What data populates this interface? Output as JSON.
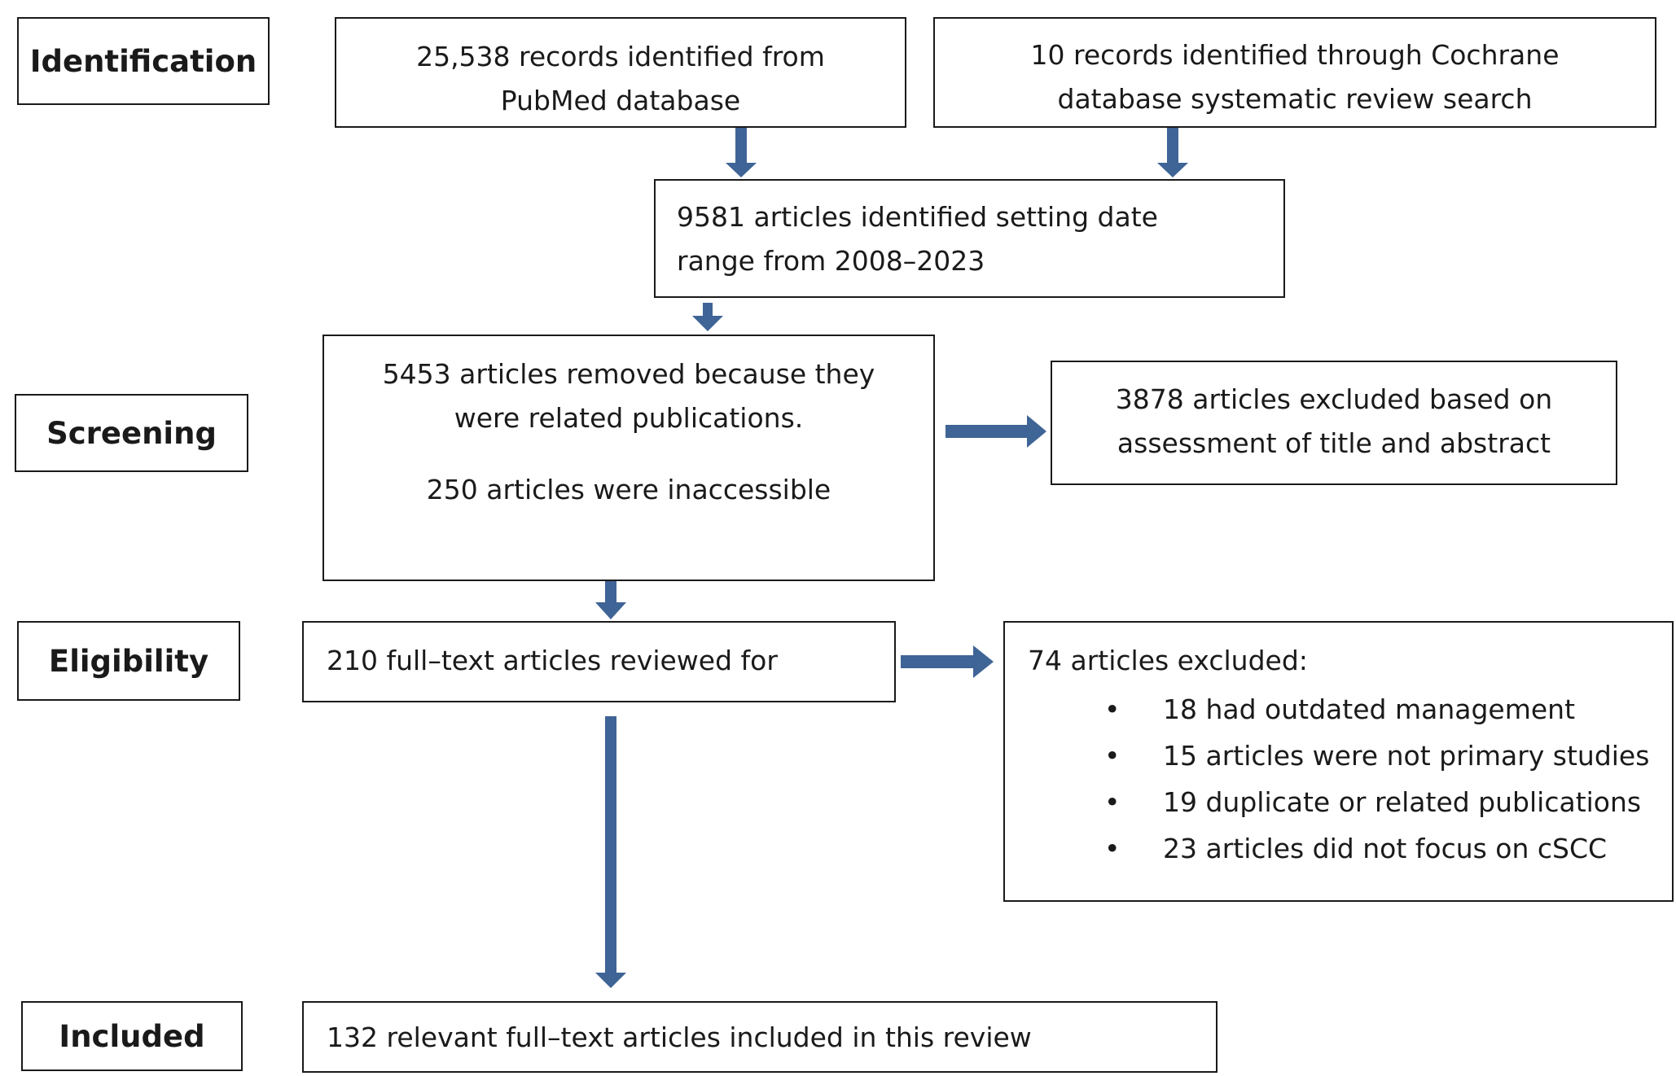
{
  "stages": {
    "identification": "Identification",
    "screening": "Screening",
    "eligibility": "Eligibility",
    "included": "Included"
  },
  "boxes": {
    "pubmed": "25,538  records identified from PubMed database",
    "cochrane": "10 records identified through Cochrane database systematic  review search",
    "date_range": "9581 articles identified setting date  range from 2008–2023",
    "removed": {
      "line1": "5453 articles removed because they were related publications.",
      "line2": "250 articles were inaccessible"
    },
    "excluded_title": "3878 articles excluded based on assessment  of title and abstract",
    "full_text": "210 full–text articles reviewed for",
    "excluded_full": {
      "heading": "74 articles excluded:",
      "items": [
        "18 had outdated management",
        "15 articles were not primary studies",
        "19 duplicate or related publications",
        "23 articles did not focus on cSCC"
      ]
    },
    "included": "132  relevant full–text articles included in this review"
  },
  "colors": {
    "arrow": "#3f6496",
    "border": "#1a1a1a"
  }
}
